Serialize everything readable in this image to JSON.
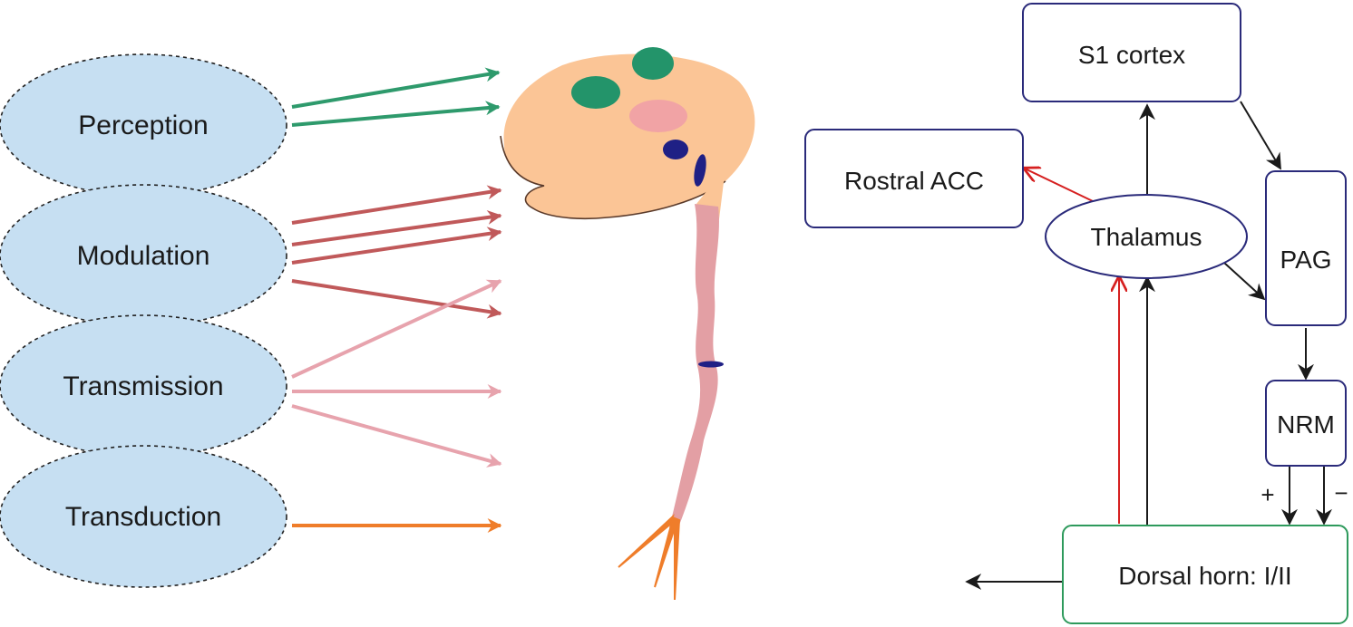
{
  "colors": {
    "ellipse_fill": "#c6dff2",
    "ellipse_stroke": "#222222",
    "perception_arrows": "#2e9a6c",
    "modulation_arrows": "#c0595a",
    "transmission_arrows": "#e7a3ad",
    "transduction_arrow": "#ef7d2a",
    "brain_fill": "#fbc596",
    "cord_fill": "#e39fa4",
    "blob_green": "#23946a",
    "blob_pink": "#f1a3a5",
    "blob_navy": "#1f2085",
    "box_stroke": "#2a2a7a",
    "dorsal_horn_stroke": "#2e9a5c",
    "red_path": "#d62020",
    "black_path": "#1a1a1a"
  },
  "process_labels": {
    "perception": "Perception",
    "modulation": "Modulation",
    "transmission": "Transmission",
    "transduction": "Transduction"
  },
  "nodes": {
    "s1_cortex": "S1 cortex",
    "rostral_acc": "Rostral ACC",
    "thalamus": "Thalamus",
    "pag": "PAG",
    "nrm": "NRM",
    "dorsal_horn": "Dorsal horn: I/II"
  },
  "signs": {
    "plus": "+",
    "minus": "−"
  }
}
